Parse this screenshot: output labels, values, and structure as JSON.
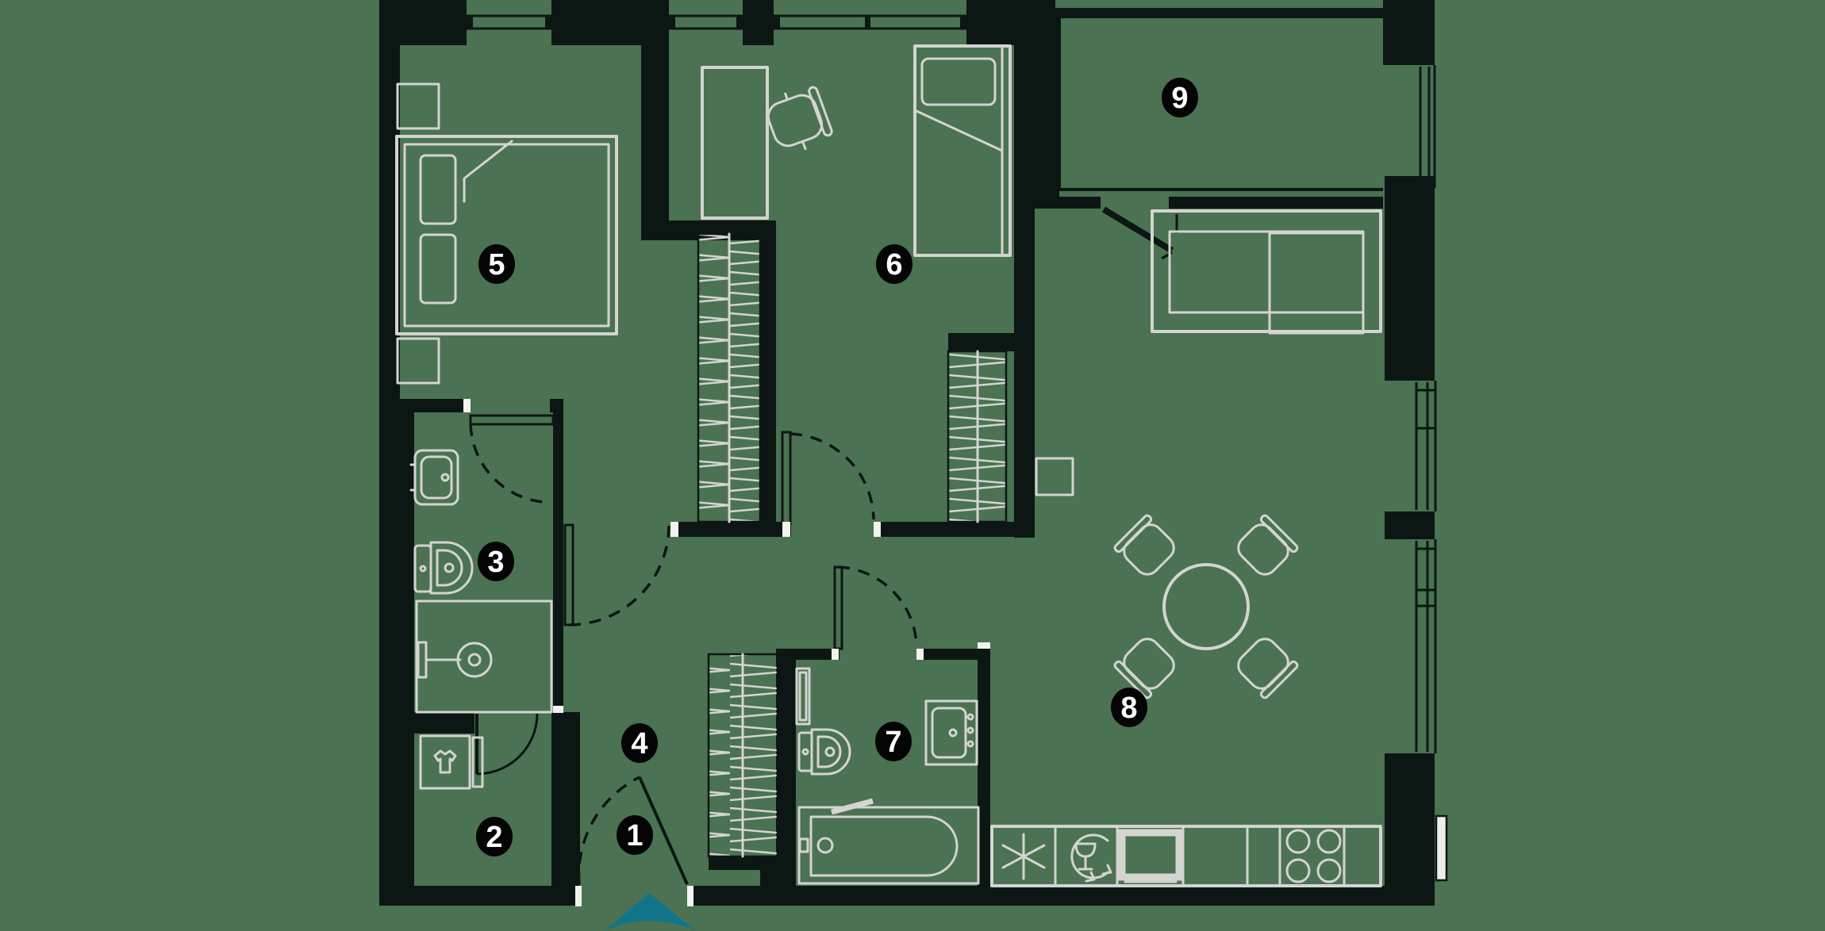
{
  "title": "Apartment floor plan",
  "colors": {
    "bg": "#4b7253",
    "wall": "#0c1713",
    "line": "#d4d4d0",
    "accent": "#11758a",
    "label_bg": "#050505",
    "label_text": "#ffffff"
  },
  "rooms": [
    {
      "number": "1"
    },
    {
      "number": "2"
    },
    {
      "number": "3"
    },
    {
      "number": "4"
    },
    {
      "number": "5"
    },
    {
      "number": "6"
    },
    {
      "number": "7"
    },
    {
      "number": "8"
    },
    {
      "number": "9"
    }
  ],
  "icons": {
    "entrance-arrow": "▲",
    "kitchen-sink": "✳ asterisk",
    "dishwasher": "wine glass in circular arrows",
    "oven": "bold square",
    "hob": "four burner circles",
    "washing-machine": "t-shirt in box",
    "wardrobe": "zigzag rail hatch"
  },
  "entrance": {
    "direction": "up"
  }
}
